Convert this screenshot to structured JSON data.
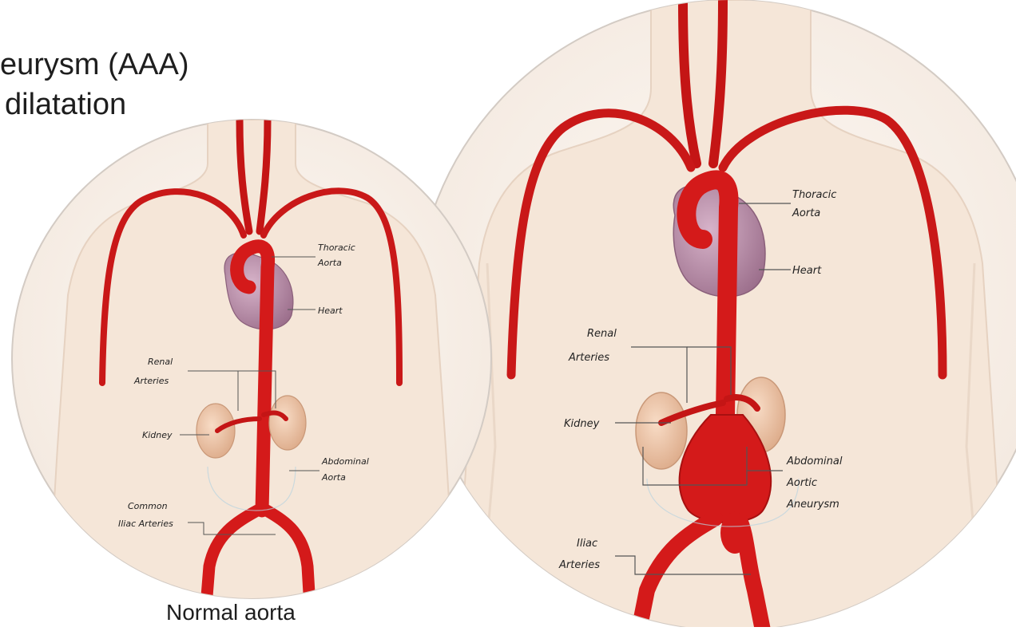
{
  "title": {
    "line1": "eurysm (AAA)",
    "line2": "dilatation"
  },
  "caption": "Normal aorta",
  "normal_labels": {
    "thoracic_aorta": [
      "Thoracic",
      "Aorta"
    ],
    "heart": "Heart",
    "renal_arteries": [
      "Renal",
      "Arteries"
    ],
    "kidney": "Kidney",
    "abdominal_aorta": [
      "Abdominal",
      "Aorta"
    ],
    "common_iliac_arteries": [
      "Common",
      "Iliac Arteries"
    ]
  },
  "aneurysm_labels": {
    "thoracic_aorta": [
      "Thoracic",
      "Aorta"
    ],
    "heart": "Heart",
    "renal_arteries": [
      "Renal",
      "Arteries"
    ],
    "kidney": "Kidney",
    "abdominal_aortic_aneurysm": [
      "Abdominal",
      "Aortic",
      "Aneurysm"
    ],
    "iliac_arteries": [
      "Iliac",
      "Arteries"
    ]
  },
  "colors": {
    "artery": "#d41a1a",
    "artery_dark": "#a81010",
    "heart": "#b98aa6",
    "kidney": "#ecc0a0",
    "skin": "#f6ebe1",
    "skin_edge": "#ead9cb",
    "circle_bg": "#faf4ee",
    "circle_border": "#d0c8c2"
  }
}
